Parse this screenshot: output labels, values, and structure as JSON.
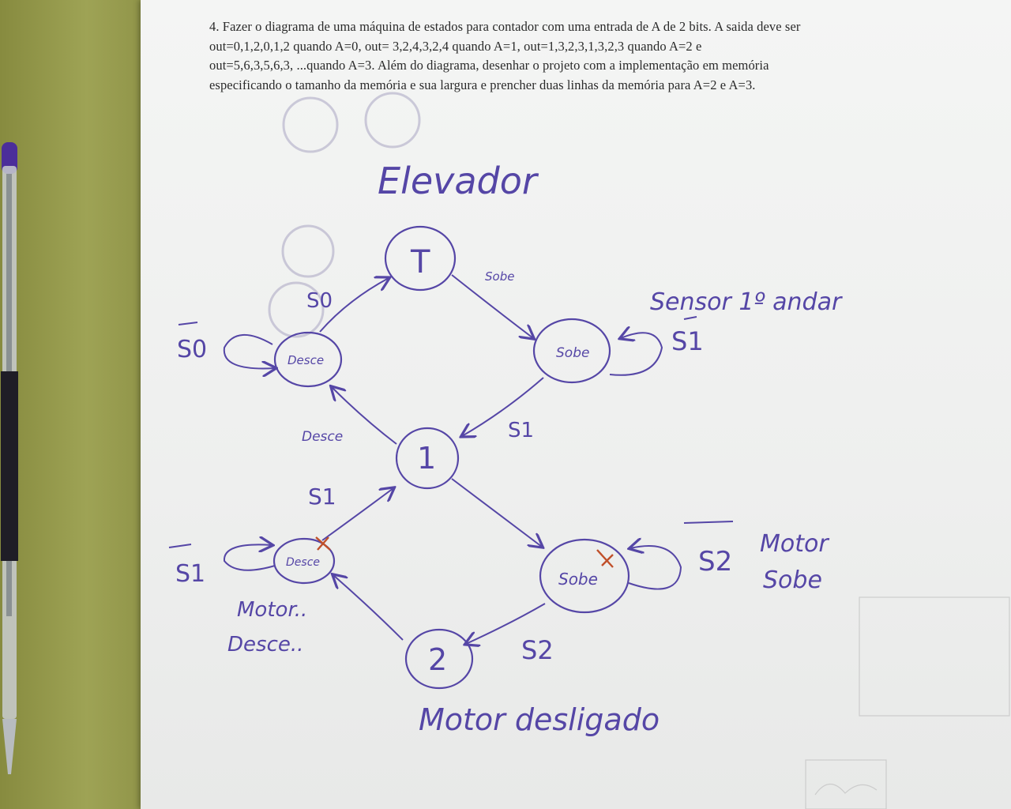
{
  "question": {
    "lines": [
      "4. Fazer o diagrama de uma máquina de estados para contador com uma entrada de A de 2 bits. A saida deve ser",
      "out=0,1,2,0,1,2 quando A=0,  out= 3,2,4,3,2,4 quando A=1, out=1,3,2,3,1,3,2,3 quando A=2 e",
      "out=5,6,3,5,6,3, ...quando A=3. Além do diagrama, desenhar o projeto com a implementação em memória",
      "especificando o tamanho da memória e sua largura e prencher duas linhas da memória para A=2 e A=3."
    ]
  },
  "sketch": {
    "title": "Elevador",
    "ink_color": "#5546a6",
    "mark_color": "#c0502a",
    "states": {
      "top": "T",
      "desce_upper": "Desce",
      "sobe_upper": "Sobe",
      "floor_1": "1",
      "desce_lower": "Desce",
      "sobe_lower": "Sobe",
      "floor_2": "2"
    },
    "labels": {
      "s0": "S0",
      "s0_not": "S0",
      "sobe_edge": "Sobe",
      "sensor": "Sensor 1º andar",
      "s1_not_upper": "S1",
      "s1_upper": "S1",
      "desce_edge": "Desce",
      "s1_lower": "S1",
      "s1_not_lower": "S1",
      "s2_not": "S2",
      "motor_sobe_1": "Motor",
      "motor_sobe_2": "Sobe",
      "motor_desce_1": "Motor..",
      "motor_desce_2": "Desce..",
      "s2": "S2",
      "motor_off": "Motor desligado"
    }
  }
}
